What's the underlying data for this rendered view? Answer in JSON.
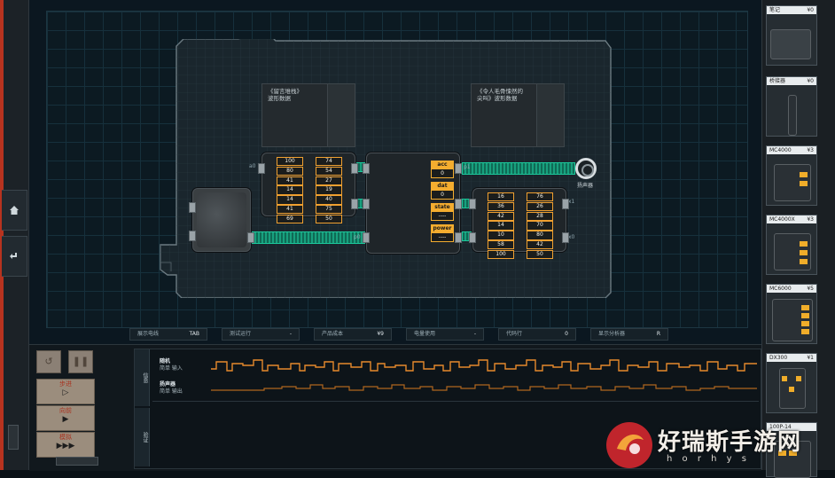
{
  "notes": {
    "left": "《留言堆栈》\n波形数据",
    "right": "《令人毛骨悚然的\n尖叫》波形数据"
  },
  "memory_chip_left": {
    "col1": [
      "100",
      "80",
      "41",
      "14",
      "14",
      "41",
      "69"
    ],
    "col2": [
      "74",
      "54",
      "27",
      "19",
      "40",
      "75",
      "50"
    ]
  },
  "memory_chip_right": {
    "col1": [
      "16",
      "36",
      "42",
      "14",
      "10",
      "58",
      "100"
    ],
    "col2": [
      "76",
      "26",
      "28",
      "70",
      "80",
      "42",
      "50"
    ]
  },
  "registers": [
    {
      "label": "acc",
      "value": "0"
    },
    {
      "label": "dat",
      "value": "0"
    },
    {
      "label": "state",
      "value": "----"
    },
    {
      "label": "power",
      "value": "----"
    }
  ],
  "ports": {
    "a0": "a0",
    "p1": "p1",
    "x1": "x1",
    "x0": "x0",
    "p0": "p0",
    "speaker_label": "扬声器"
  },
  "status_bar": [
    {
      "key": "展示电线",
      "value": "TAB"
    },
    {
      "key": "测试运行",
      "value": "-"
    },
    {
      "key": "产品成本",
      "value": "¥9"
    },
    {
      "key": "电量使用",
      "value": "-"
    },
    {
      "key": "代码行",
      "value": "0"
    },
    {
      "key": "显示分析器",
      "value": "R"
    }
  ],
  "controls": {
    "step_label": "步进",
    "run_label": "向前",
    "fast_label": "模拟",
    "step_glyph": "▷",
    "run_glyph": "▶",
    "fast_glyph": "▶▶▶"
  },
  "wave": {
    "tab_top": "信息",
    "tab_bottom": "验证",
    "input_title": "随机",
    "input_sub": "简单 输入",
    "output_title": "扬声器",
    "output_sub": "简单 输出",
    "accent_color": "#e6892c"
  },
  "palette": [
    {
      "name": "笔记",
      "price": "¥0"
    },
    {
      "name": "桥接器",
      "price": "¥0"
    },
    {
      "name": "MC4000",
      "price": "¥3"
    },
    {
      "name": "MC4000X",
      "price": "¥3"
    },
    {
      "name": "MC6000",
      "price": "¥5"
    },
    {
      "name": "DX300",
      "price": "¥1"
    },
    {
      "name": "100P-14",
      "price": ""
    }
  ],
  "watermark": {
    "main": "好瑞斯手游网",
    "sub": "h o r h y s"
  },
  "icons": [
    "home-icon",
    "back-icon",
    "reset-icon",
    "pause-icon"
  ]
}
